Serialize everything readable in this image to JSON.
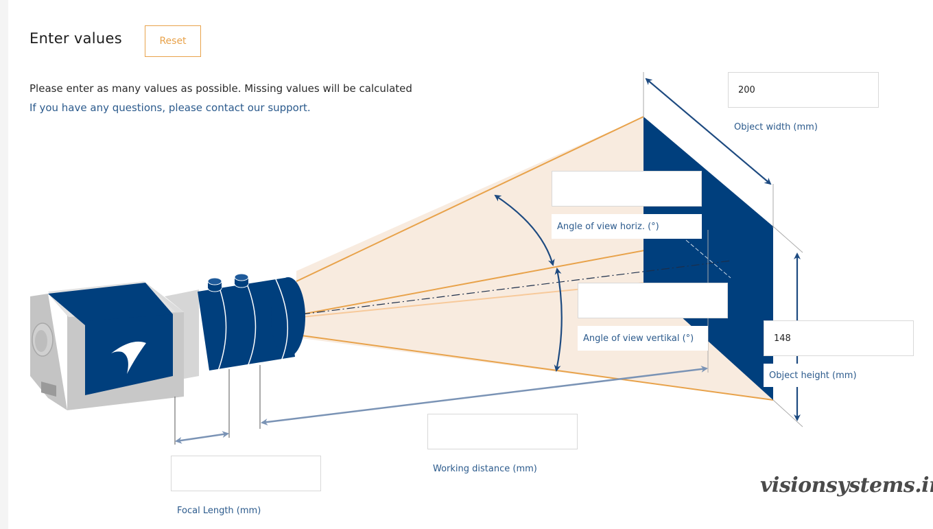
{
  "header": {
    "title": "Enter values",
    "reset_label": "Reset",
    "intro": "Please enter as many values as possible. Missing values will be calculated",
    "support_link": "If you have any questions, please contact our support."
  },
  "fields": {
    "object_width": {
      "value": "200",
      "label": "Object width (mm)"
    },
    "angle_horizontal": {
      "value": "",
      "label": "Angle of view horiz. (°)"
    },
    "angle_vertical": {
      "value": "",
      "label": "Angle of view vertikal (°)"
    },
    "object_height": {
      "value": "148",
      "label": "Object height (mm)"
    },
    "working_distance": {
      "value": "",
      "label": "Working distance (mm)"
    },
    "focal_length": {
      "value": "",
      "label": "Focal Length (mm)"
    }
  },
  "watermark": "visionsystems.ir",
  "colors": {
    "accent_orange": "#e8a24a",
    "navy": "#003f7d",
    "link_blue": "#2b5a8c",
    "arrow_gray_blue": "#7a93b5"
  }
}
